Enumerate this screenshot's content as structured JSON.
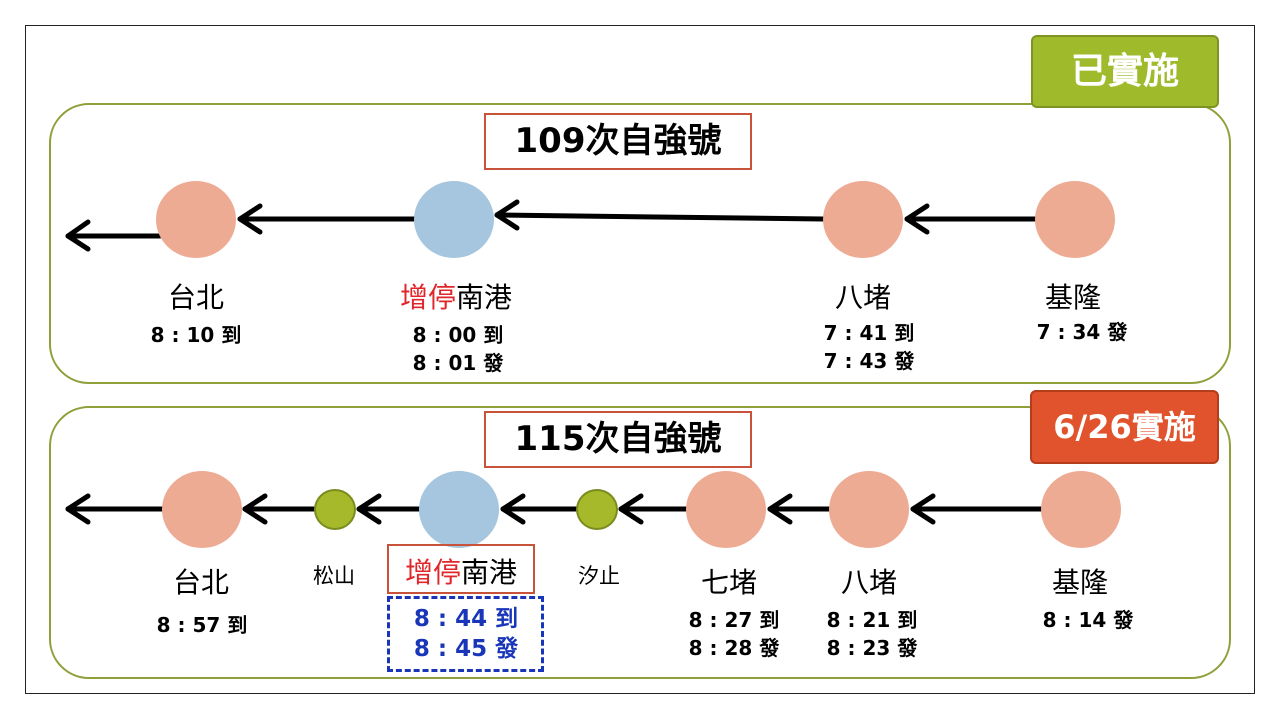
{
  "colors": {
    "panel_border": "#8ea03a",
    "major_station": "#eeab94",
    "new_stop_station": "#a5c6de",
    "minor_station": "#a5b92a",
    "badge_implemented": "#9fbb2c",
    "badge_new": "#e0532c",
    "highlight_red": "#e0262a",
    "highlight_blue": "#1a36b8"
  },
  "panel1": {
    "badge": "已實施",
    "train": "109次自強號",
    "stations": [
      {
        "name": "台北",
        "times": [
          "8 : 10 到"
        ]
      },
      {
        "prefix": "增停",
        "name": "南港",
        "times": [
          "8 : 00 到",
          "8 : 01 發"
        ]
      },
      {
        "name": "八堵",
        "times": [
          "7 : 41 到",
          "7 : 43 發"
        ]
      },
      {
        "name": "基隆",
        "times": [
          "7 : 34 發"
        ]
      }
    ]
  },
  "panel2": {
    "badge": "6/26實施",
    "train": "115次自強號",
    "stations": [
      {
        "name": "台北",
        "times": [
          "8 : 57 到"
        ]
      },
      {
        "name": "松山",
        "times": []
      },
      {
        "prefix": "增停",
        "name": "南港",
        "times": [
          "8 : 44 到",
          "8 : 45 發"
        ]
      },
      {
        "name": "汐止",
        "times": []
      },
      {
        "name": "七堵",
        "times": [
          "8 : 27 到",
          "8 : 28 發"
        ]
      },
      {
        "name": "八堵",
        "times": [
          "8 : 21 到",
          "8 : 23 發"
        ]
      },
      {
        "name": "基隆",
        "times": [
          "8 : 14 發"
        ]
      }
    ]
  }
}
